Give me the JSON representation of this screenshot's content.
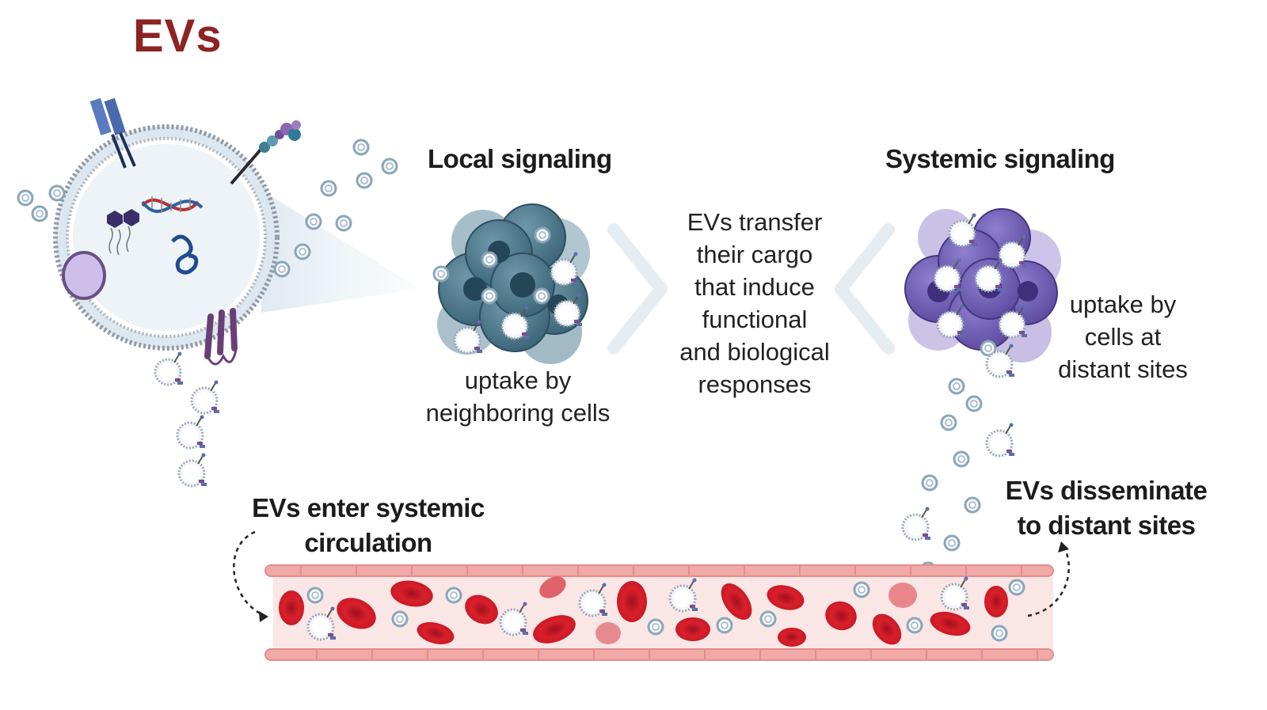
{
  "title": "EVs",
  "local": {
    "heading": "Local signaling",
    "caption_lines": [
      "uptake by",
      "neighboring cells"
    ]
  },
  "transfer": {
    "lines": [
      "EVs transfer",
      "their cargo",
      "that induce",
      "functional",
      "and biological",
      "responses"
    ]
  },
  "systemic": {
    "heading": "Systemic signaling",
    "caption_lines": [
      "uptake by",
      "cells at",
      "distant sites"
    ]
  },
  "circulation": {
    "enter_lines": [
      "EVs enter systemic",
      "circulation"
    ],
    "disseminate_lines": [
      "EVs disseminate",
      "to distant sites"
    ]
  },
  "colors": {
    "title": "#8e2323",
    "membrane": "#8f9aa6",
    "local_cells": "#3f6c80",
    "systemic_cells": "#6a58a8",
    "vessel_wall": "#f3b4b4",
    "blood_cell": "#cc1f2a"
  }
}
